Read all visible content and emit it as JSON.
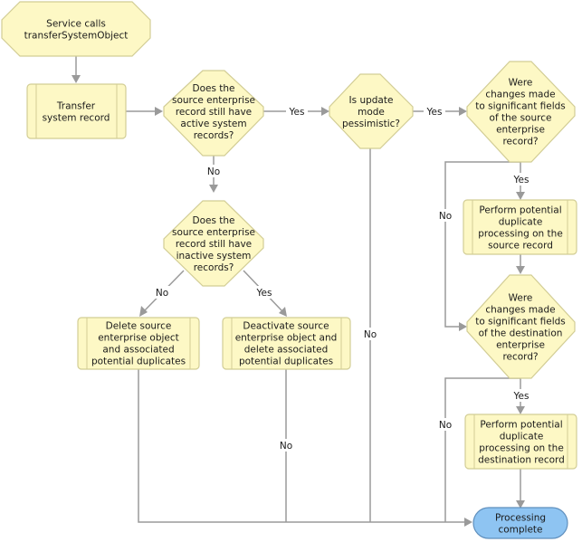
{
  "nodes": {
    "start": [
      "Service calls",
      "transferSystemObject"
    ],
    "transfer": [
      "Transfer",
      "system record"
    ],
    "d_active": [
      "Does the",
      "source enterprise",
      "record still have",
      "active system",
      "records?"
    ],
    "d_update": [
      "Is update",
      "mode",
      "pessimistic?"
    ],
    "d_sig_source": [
      "Were",
      "changes made",
      "to significant fields",
      "of the source",
      "enterprise",
      "record?"
    ],
    "d_inactive": [
      "Does the",
      "source enterprise",
      "record still have",
      "inactive system",
      "records?"
    ],
    "delete": [
      "Delete source",
      "enterprise object",
      "and associated",
      "potential duplicates"
    ],
    "deactivate": [
      "Deactivate source",
      "enterprise object and",
      "delete associated",
      "potential duplicates"
    ],
    "perf_source": [
      "Perform potential",
      "duplicate",
      "processing on the",
      "source record"
    ],
    "d_sig_dest": [
      "Were",
      "changes made",
      "to significant fields",
      "of the destination",
      "enterprise",
      "record?"
    ],
    "perf_dest": [
      "Perform potential",
      "duplicate",
      "processing on the",
      "destination record"
    ],
    "end": [
      "Processing",
      "complete"
    ]
  },
  "edge_labels": {
    "active_yes": "Yes",
    "active_no": "No",
    "update_yes": "Yes",
    "update_no": "No",
    "sig_source_yes": "Yes",
    "sig_source_no": "No",
    "inactive_no": "No",
    "inactive_yes": "Yes",
    "deactivate_no": "No",
    "sig_dest_yes": "Yes",
    "sig_dest_no": "No"
  },
  "colors": {
    "node_fill": "#fdf8c5",
    "node_stroke": "#d2cd95",
    "terminal_fill": "#8ec4f2",
    "edge": "#9a9a9a"
  }
}
